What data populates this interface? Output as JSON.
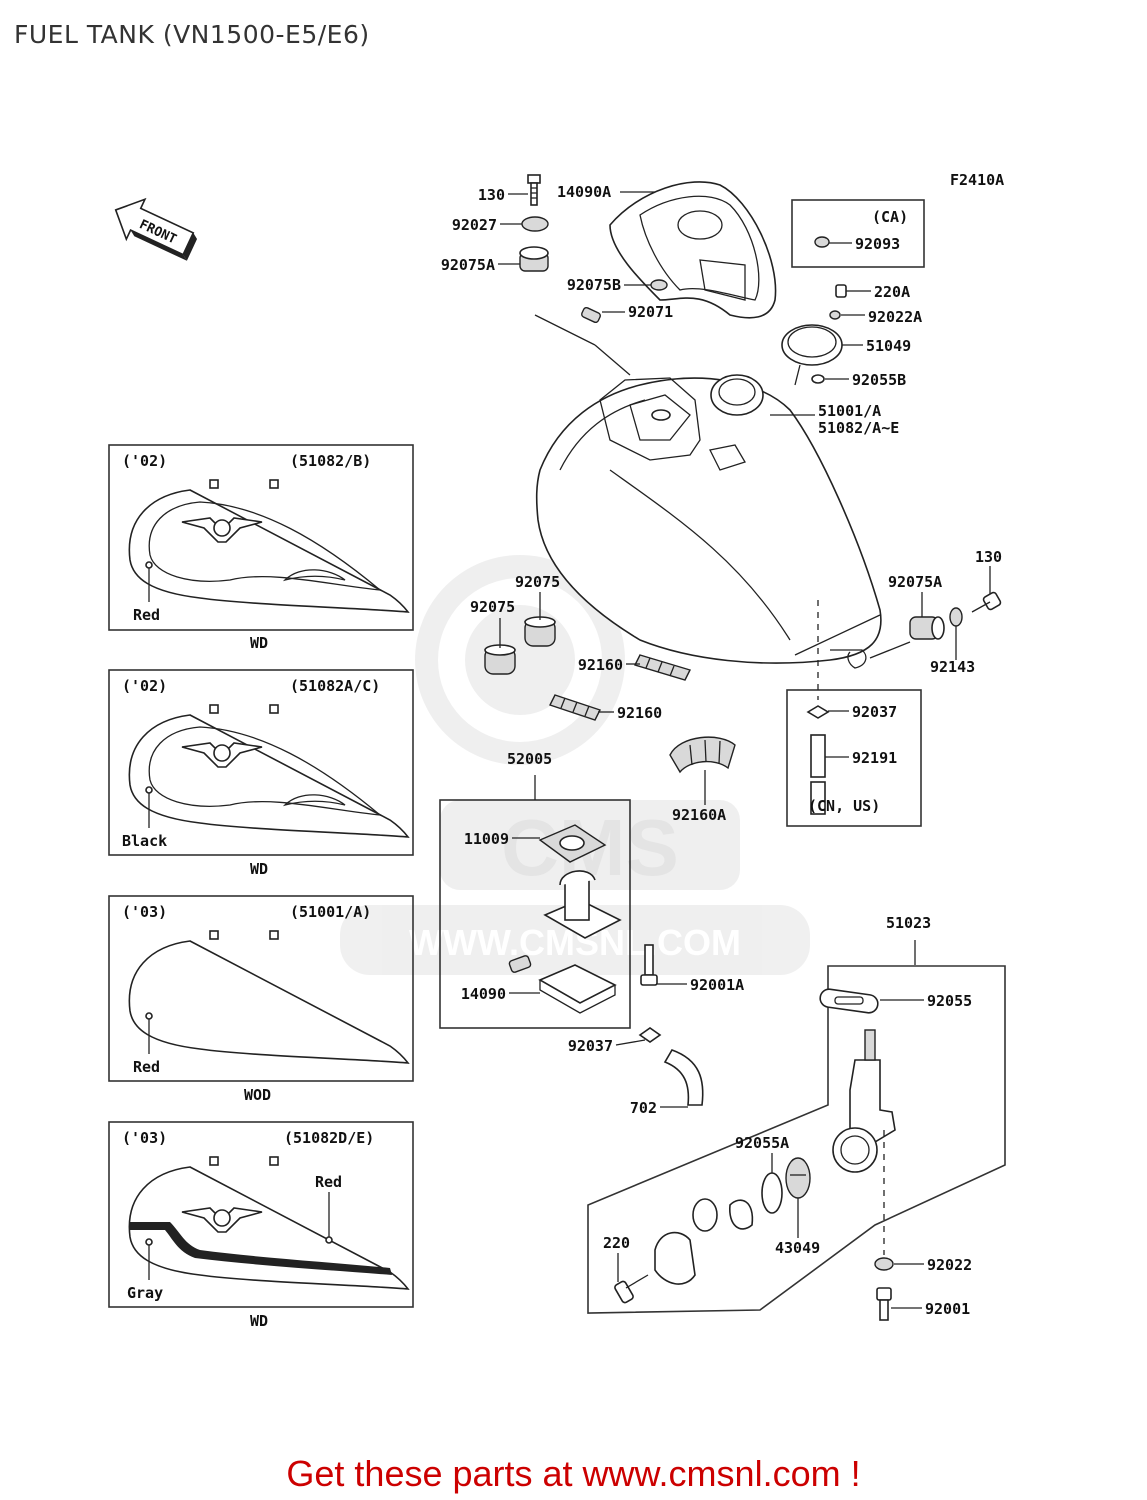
{
  "title": "FUEL TANK (VN1500-E5/E6)",
  "figure_code": "F2410A",
  "front_label": "FRONT",
  "watermark": {
    "brand": "CMS",
    "url": "WWW.CMSNL.COM"
  },
  "footer": {
    "text": "Get these parts at www.cmsnl.com !",
    "color": "#cc0000"
  },
  "callouts": {
    "c130a": "130",
    "c14090a": "14090A",
    "c92027": "92027",
    "c92075a_top": "92075A",
    "c92075b": "92075B",
    "c92071": "92071",
    "ca_label": "(CA)",
    "c92093": "92093",
    "c220a": "220A",
    "c92022a": "92022A",
    "c51049": "51049",
    "c92055b": "92055B",
    "c51001a": "51001/A",
    "c51082ae": "51082/A~E",
    "c130b": "130",
    "c92075a_r": "92075A",
    "c92143": "92143",
    "c92075_l": "92075",
    "c92075_r": "92075",
    "c92160_a": "92160",
    "c92160_b": "92160",
    "c92160a": "92160A",
    "c92037_r": "92037",
    "c92191": "92191",
    "cn_us": "(CN, US)",
    "c52005": "52005",
    "c11009": "11009",
    "c14090": "14090",
    "c92001a": "92001A",
    "c92037_b": "92037",
    "c702": "702",
    "c51023": "51023",
    "c92055": "92055",
    "c92055a": "92055A",
    "c43049": "43049",
    "c220": "220",
    "c92022": "92022",
    "c92001": "92001"
  },
  "variants": [
    {
      "year": "('02)",
      "part": "(51082/B)",
      "color1": "Red",
      "color2": "",
      "code": "WD"
    },
    {
      "year": "('02)",
      "part": "(51082A/C)",
      "color1": "Black",
      "color2": "",
      "code": "WD"
    },
    {
      "year": "('03)",
      "part": "(51001/A)",
      "color1": "Red",
      "color2": "",
      "code": "WOD"
    },
    {
      "year": "('03)",
      "part": "(51082D/E)",
      "color1": "Gray",
      "color2": "Red",
      "code": "WD"
    }
  ]
}
